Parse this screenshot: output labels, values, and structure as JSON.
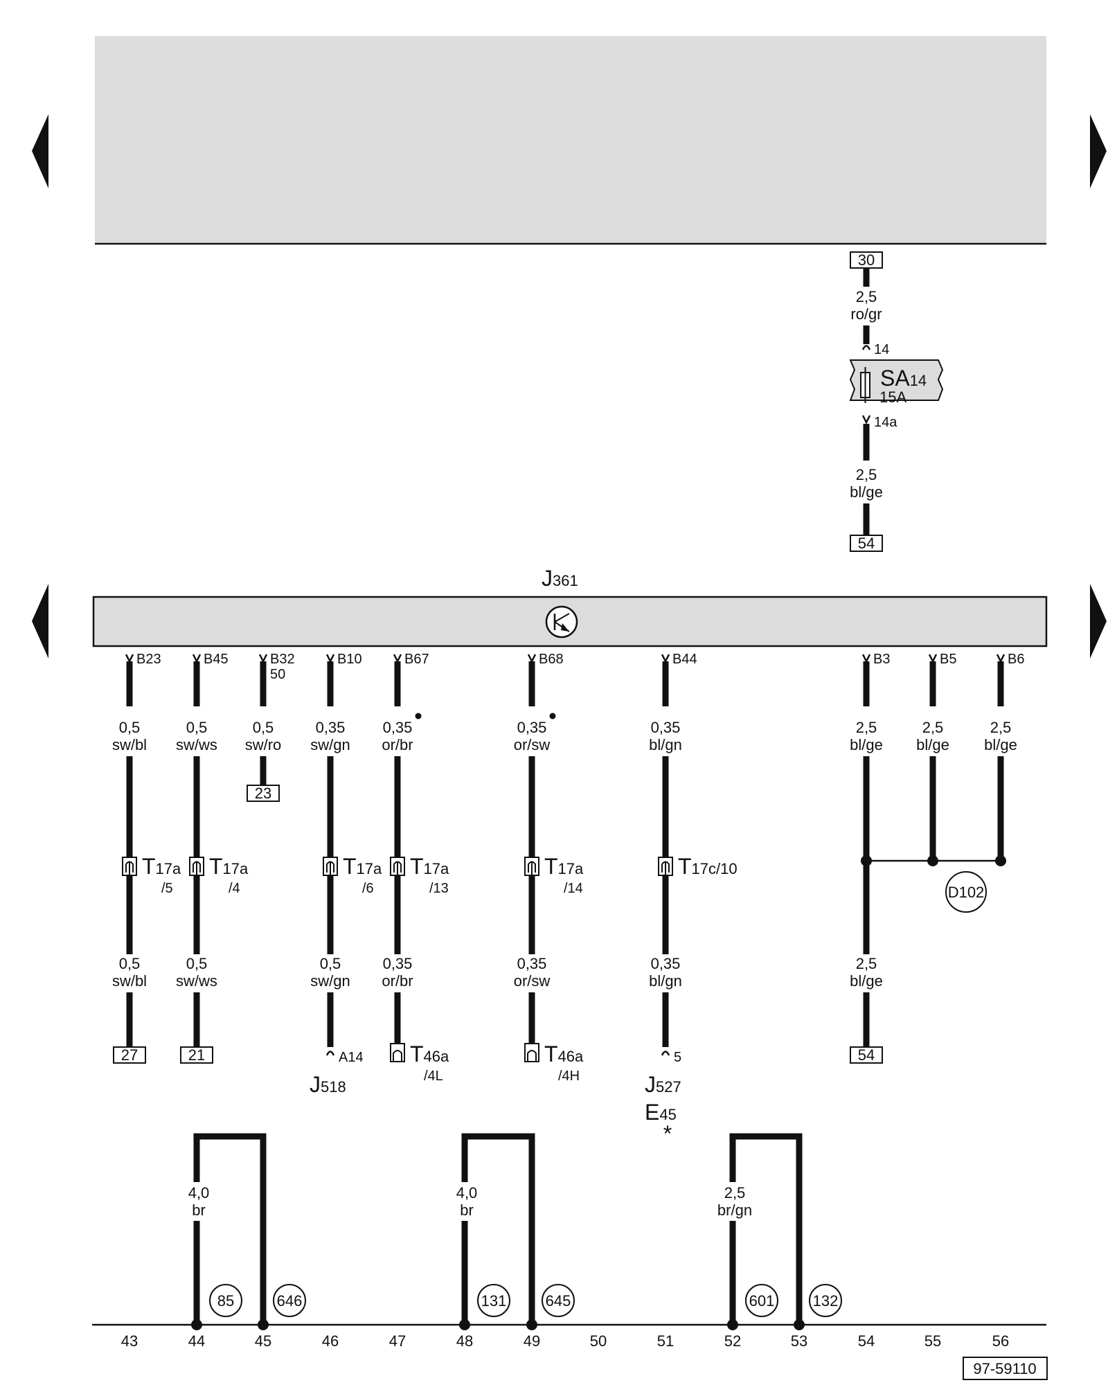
{
  "wires": [
    {
      "pin": "B23",
      "size": "0,5",
      "color": "sw/bl",
      "connector": "T17a",
      "connector_pin": "/5",
      "size2": "0,5",
      "color2": "sw/bl",
      "end_box": "27"
    },
    {
      "pin": "B45",
      "size": "0,5",
      "color": "sw/ws",
      "connector": "T17a",
      "connector_pin": "/4",
      "size2": "0,5",
      "color2": "sw/ws",
      "end_box": "21"
    },
    {
      "pin": "B32",
      "pin_extra": "50",
      "size": "0,5",
      "color": "sw/ro",
      "end_box": "23"
    },
    {
      "pin": "B10",
      "size": "0,35",
      "color": "sw/gn",
      "connector": "T17a",
      "connector_pin": "/6",
      "size2": "0,5",
      "color2": "sw/gn",
      "end_pin": "A14",
      "end_component": "J",
      "end_component_sub": "518"
    },
    {
      "pin": "B67",
      "size": "0,35",
      "color": "or/br",
      "connector": "T17a",
      "connector_pin": "/13",
      "size2": "0,35",
      "color2": "or/br",
      "end_connector": "T",
      "end_connector_sub": "46a",
      "end_connector_pin": "/4L"
    },
    {
      "pin": "B68",
      "size": "0,35",
      "color": "or/sw",
      "connector": "T17a",
      "connector_pin": "/14",
      "size2": "0,35",
      "color2": "or/sw",
      "end_connector": "T",
      "end_connector_sub": "46a",
      "end_connector_pin": "/4H"
    },
    {
      "pin": "B44",
      "size": "0,35",
      "color": "bl/gn",
      "connector": "T17c/10",
      "size2": "0,35",
      "color2": "bl/gn",
      "end_pin": "5",
      "end_component": "J",
      "end_component_sub": "527",
      "end_component2": "E",
      "end_component2_sub": "45",
      "end_note": "*"
    },
    {
      "pin": "B3",
      "size": "2,5",
      "color": "bl/ge",
      "size2": "2,5",
      "color2": "bl/ge",
      "end_box": "54"
    },
    {
      "pin": "B5",
      "size": "2,5",
      "color": "bl/ge"
    },
    {
      "pin": "B6",
      "size": "2,5",
      "color": "bl/ge"
    }
  ],
  "splice": {
    "label": "D102"
  },
  "fuse": {
    "top_box": "30",
    "size_in": "2,5",
    "color_in": "ro/gr",
    "pin_in": "14",
    "name": "SA",
    "name_sub": "14",
    "rating": "15A",
    "pin_out": "14a",
    "size_out": "2,5",
    "color_out": "bl/ge",
    "bottom_box": "54"
  },
  "control_unit": {
    "name": "J",
    "name_sub": "361"
  },
  "jumpers": [
    {
      "size": "4,0",
      "color": "br",
      "circle_a": "85",
      "circle_b": "646"
    },
    {
      "size": "4,0",
      "color": "br",
      "circle_a": "131",
      "circle_b": "645"
    },
    {
      "size": "2,5",
      "color": "br/gn",
      "circle_a": "601",
      "circle_b": "132"
    }
  ],
  "column_numbers": [
    "43",
    "44",
    "45",
    "46",
    "47",
    "48",
    "49",
    "50",
    "51",
    "52",
    "53",
    "54",
    "55",
    "56"
  ],
  "diagram_code": "97-59110",
  "colors": {
    "line": "#111111",
    "panel": "#dcdcdc"
  },
  "icons": [
    "arrow-left-icon",
    "arrow-right-icon",
    "transistor-icon",
    "fuse-icon",
    "connector-icon",
    "terminal-icon"
  ]
}
